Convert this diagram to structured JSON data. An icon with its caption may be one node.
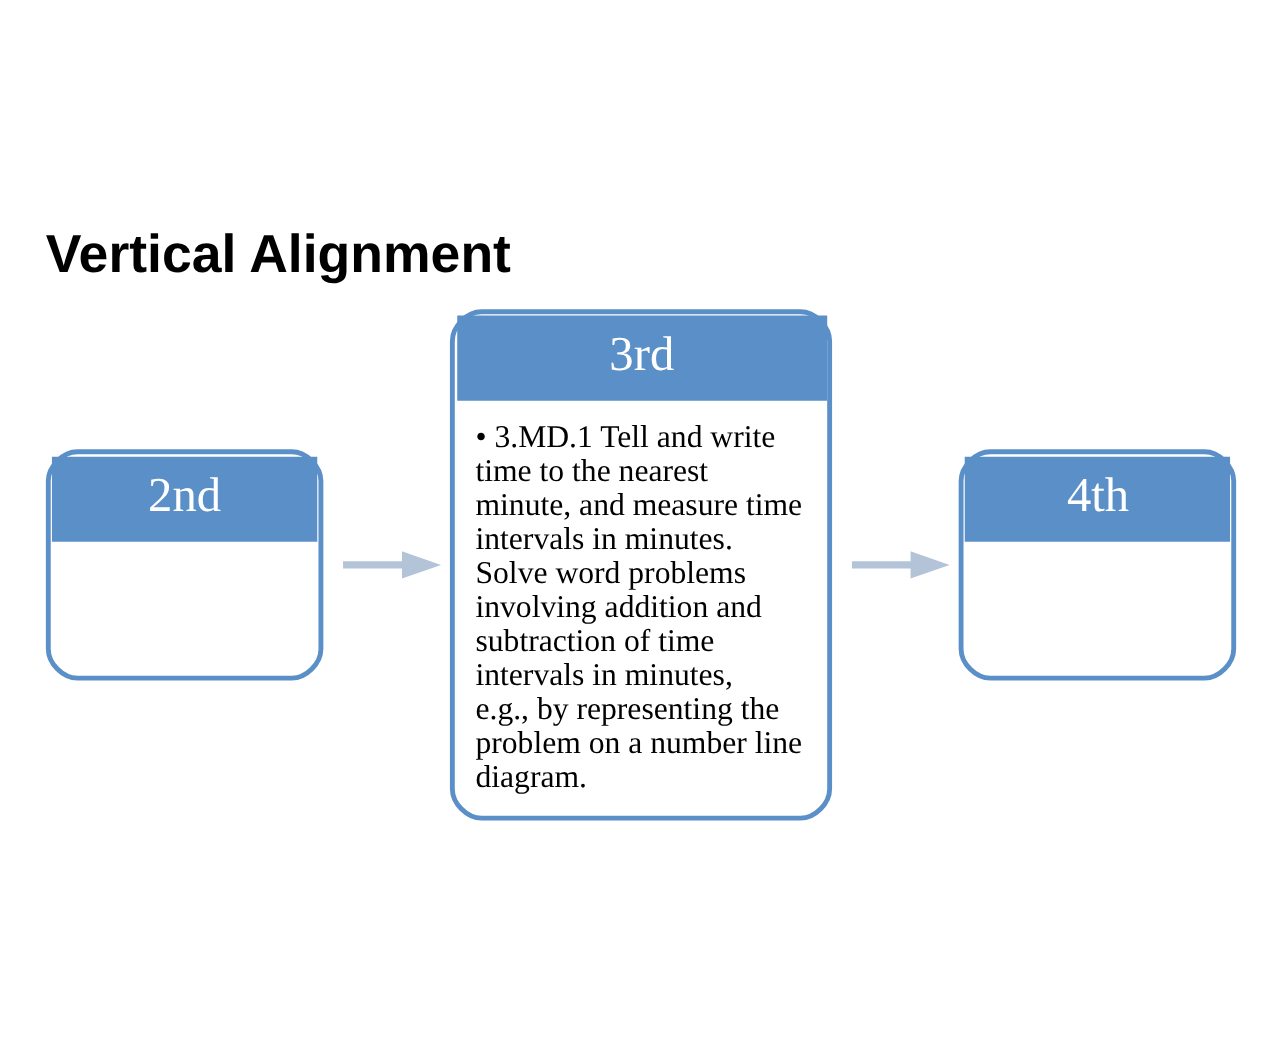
{
  "diagram": {
    "title": "Vertical Alignment",
    "nodes": [
      {
        "text": [
          "2nd"
        ]
      },
      {
        "text": [
          "3rd",
          "• 3.MD.1 Tell and write time to the nearest minute, and measure time intervals in minutes. Solve word problems involving addition and subtraction of time intervals in minutes, e.g., by representing the problem on a number line diagram."
        ]
      },
      {
        "text": [
          "4th"
        ]
      }
    ],
    "edges": [
      {
        "from": 0,
        "to": 1,
        "arrow": "to"
      },
      {
        "from": 1,
        "to": 2,
        "arrow": "to"
      }
    ]
  }
}
